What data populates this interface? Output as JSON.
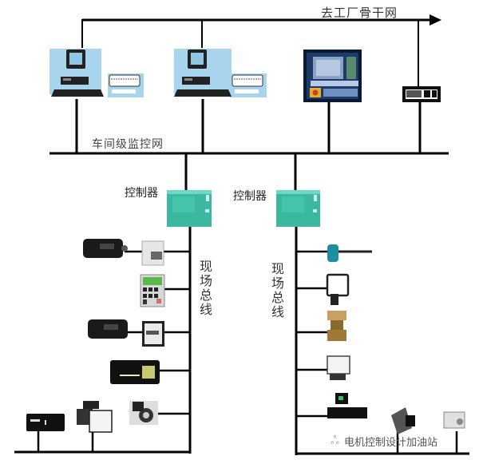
{
  "labels": {
    "backbone": "去工厂骨干网",
    "workshop_network": "车间级监控网",
    "controller_1": "控制器",
    "controller_2": "控制器",
    "fieldbus_1": "现场总线",
    "fieldbus_2": "现场总线"
  },
  "nodes": {
    "top_level": [
      "workstation-1",
      "workstation-2",
      "hmi-panel",
      "network-device"
    ],
    "controllers": [
      "controller-1",
      "controller-2"
    ],
    "fieldbus_1_devices": [
      "servo-motor-1",
      "drive-1",
      "keypad-terminal",
      "servo-motor-2",
      "drive-2",
      "io-module",
      "actuator-gear",
      "camera-device",
      "dark-module"
    ],
    "fieldbus_2_devices": [
      "temperature-sensor",
      "pressure-transmitter",
      "control-valve",
      "positioner",
      "flow-meter",
      "motor-valve",
      "small-actuator"
    ]
  },
  "colors": {
    "line": "#000000",
    "workstation_bg": "#a8d4ee",
    "controller": "#3cb8a0",
    "hmi_frame": "#0a1a33"
  },
  "watermark": {
    "icon": "wechat-icon",
    "text": "电机控制设计加油站"
  }
}
